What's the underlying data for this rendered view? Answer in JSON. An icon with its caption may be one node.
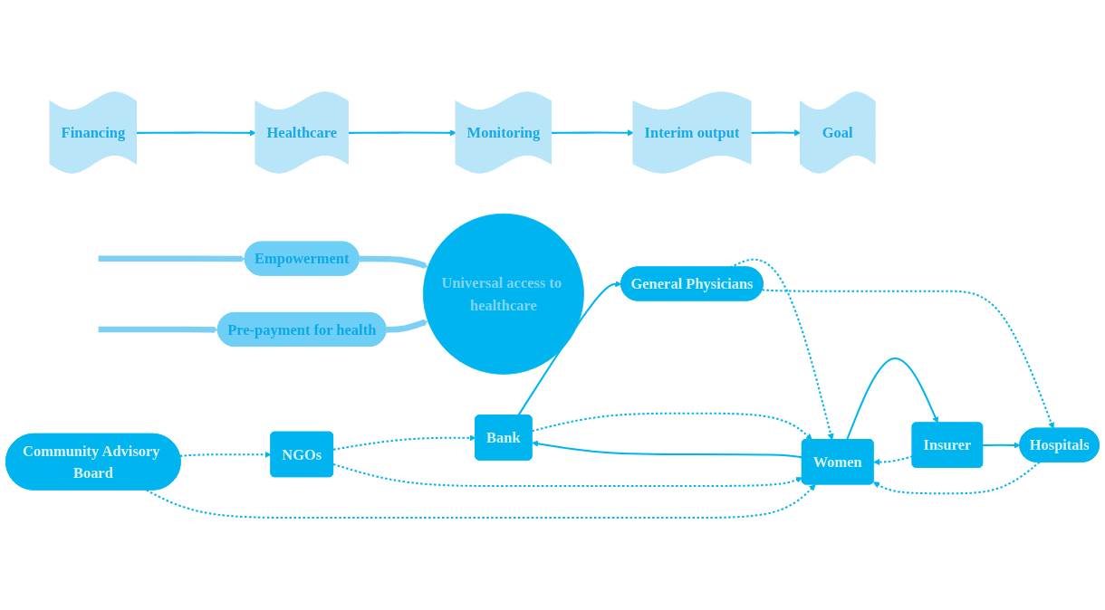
{
  "diagram": {
    "nodes": [
      {
        "text": [
          "Bank"
        ]
      },
      {
        "text": [
          "General Physicians"
        ]
      },
      {
        "text": [
          "NGOs"
        ]
      },
      {
        "text": [
          "Women"
        ]
      },
      {
        "text": [
          "Community Advisory Board"
        ]
      },
      {
        "text": [
          "Insurer"
        ]
      },
      {
        "text": [
          "Hospitals"
        ]
      },
      {
        "text": [
          "Empowerment"
        ]
      },
      {
        "text": [
          "Universal access to healthcare"
        ]
      },
      {
        "text": [
          "Pre-payment for health"
        ]
      },
      {
        "text": [
          "Financing"
        ]
      },
      {
        "text": [
          "Healthcare"
        ]
      },
      {
        "text": [
          "Monitoring"
        ]
      },
      {
        "text": [
          "Interim output"
        ]
      },
      {
        "text": [
          "Goal"
        ]
      }
    ],
    "edges": [
      {
        "from": 0,
        "to": 1,
        "arrow": "to"
      },
      {
        "from": 2,
        "to": 0,
        "arrow": "to",
        "style": "dashed"
      },
      {
        "from": 0,
        "to": 3,
        "arrow": "to",
        "style": "dashed"
      },
      {
        "from": 2,
        "to": 3,
        "arrow": "to",
        "style": "dashed"
      },
      {
        "from": 1,
        "to": 3,
        "arrow": "to",
        "style": "dashed"
      },
      {
        "from": 1,
        "to": 6,
        "arrow": "to",
        "style": "dashed"
      },
      {
        "from": 4,
        "to": 2,
        "arrow": "to",
        "style": "dashed"
      },
      {
        "from": 4,
        "to": 3,
        "arrow": "to",
        "style": "dashed"
      },
      {
        "from": 3,
        "to": 0,
        "arrow": "to"
      },
      {
        "from": 3,
        "to": 5,
        "arrow": "to"
      },
      {
        "from": 5,
        "to": 3,
        "arrow": "to",
        "style": "dashed"
      },
      {
        "from": 6,
        "to": 3,
        "arrow": "to",
        "style": "dashed"
      },
      {
        "from": 5,
        "to": 6,
        "arrow": "to"
      },
      {
        "from": null,
        "to": 7,
        "arrow": "to",
        "style": "thick",
        "color": "#7dd0f5"
      },
      {
        "from": null,
        "to": 9,
        "arrow": "to",
        "style": "thick",
        "color": "#7dd0f5"
      },
      {
        "from": 7,
        "to": 8,
        "arrow": "to",
        "style": "thick",
        "color": "#7dd0f5"
      },
      {
        "from": 9,
        "to": 8,
        "arrow": "to",
        "style": "thick",
        "color": "#7dd0f5"
      },
      {
        "from": 10,
        "to": 11,
        "arrow": "to"
      },
      {
        "from": 11,
        "to": 12,
        "arrow": "to"
      },
      {
        "from": 12,
        "to": 13,
        "arrow": "to"
      },
      {
        "from": 13,
        "to": 14,
        "arrow": "to"
      }
    ]
  }
}
